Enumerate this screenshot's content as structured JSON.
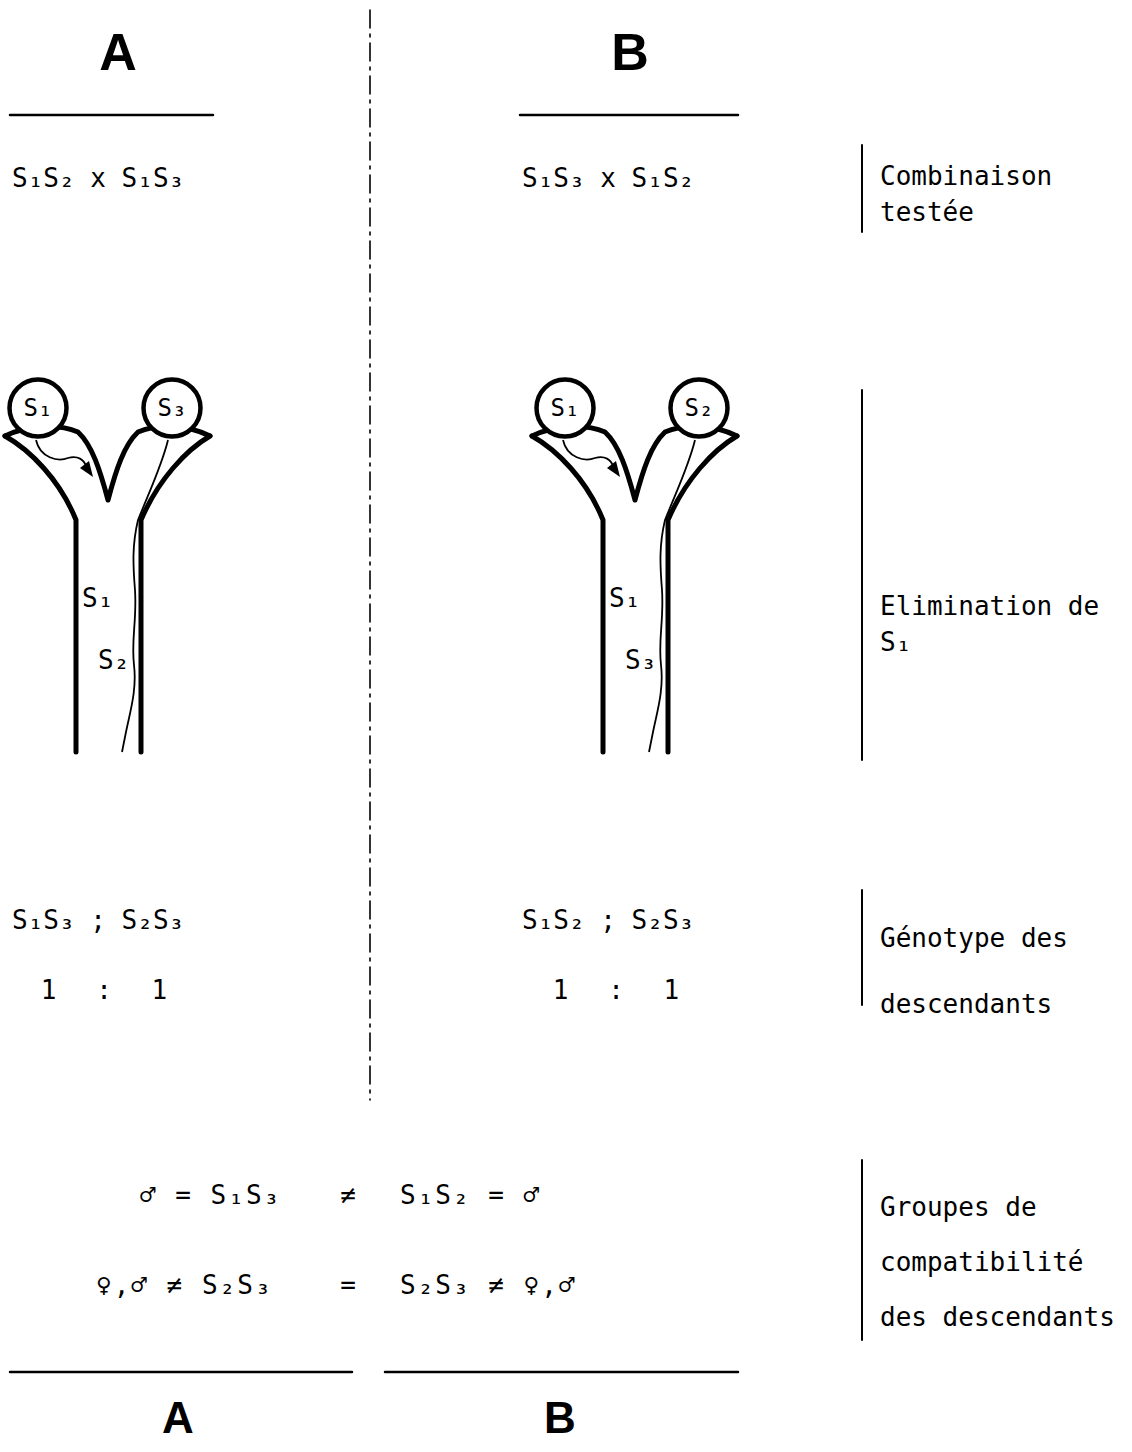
{
  "diagram": {
    "nodes": [
      {
        "text": [
          "S₁"
        ]
      },
      {
        "text": [
          "S₃"
        ]
      },
      {
        "text": [
          "S₁"
        ]
      },
      {
        "text": [
          "S₂"
        ]
      }
    ],
    "labels": [
      "A",
      "B",
      "S₁S₂ x S₁S₃",
      "S₁S₃ x S₁S₂",
      "Combinaison testée",
      "S₁",
      "S₂",
      "S₁",
      "S₃",
      "Elimination de S₁",
      "S₁S₃ ; S₂S₃",
      "S₁S₂ ; S₂S₃",
      "Génotype des descendants",
      "1 : 1",
      "1 : 1",
      "♂ = S₁S₃",
      "≠",
      "S₁S₂ = ♂",
      "♀,♂ ≠ S₂S₃",
      "=",
      "S₂S₃ ≠ ♀,♂",
      "Groupes de compatibilité des descendants",
      "A",
      "B"
    ]
  }
}
